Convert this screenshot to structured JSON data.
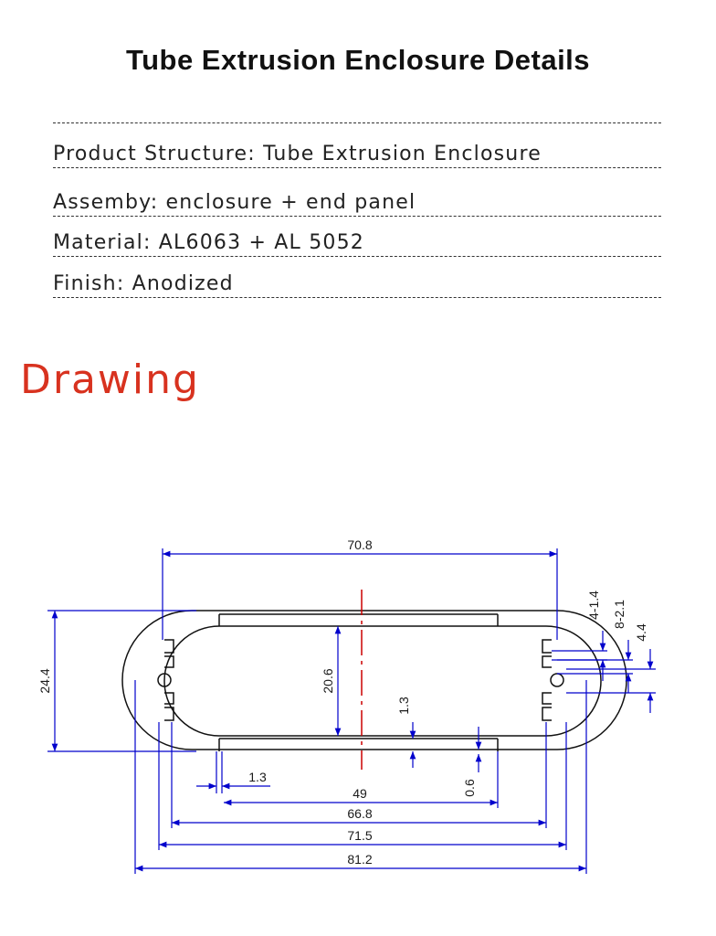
{
  "page": {
    "title": "Tube Extrusion Enclosure Details"
  },
  "specs": [
    {
      "label": "Product Structure:",
      "value": "Tube Extrusion Enclosure"
    },
    {
      "label": "Assemby:",
      "value": "enclosure + end panel"
    },
    {
      "label": "Material:",
      "value": "AL6063 + AL 5052"
    },
    {
      "label": "Finish:",
      "value": "Anodized"
    }
  ],
  "drawing": {
    "heading": "Drawing",
    "dimensions": {
      "top_width": "70.8",
      "left_height": "24.4",
      "inner_height": "20.6",
      "slot_depth": "1.3",
      "slot_bottom": "1.3",
      "rail_49": "49",
      "rail_06": "0.6",
      "inner_width": "66.8",
      "body_width": "71.5",
      "overall_width": "81.2",
      "hole_4": "4-1.4",
      "hole_8": "8-2.1",
      "pitch": "4.4"
    },
    "colors": {
      "dimension_lines": "#0000cc",
      "outline": "#111111",
      "center_line": "#cc0000"
    }
  }
}
